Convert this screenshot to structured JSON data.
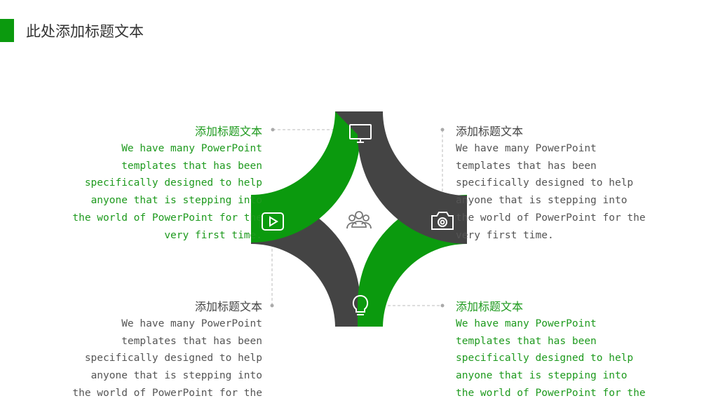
{
  "page": {
    "title": "此处添加标题文本"
  },
  "colors": {
    "accent": "#0b9a0e",
    "dark": "#444444",
    "connector": "#bbbbbb"
  },
  "blocks": {
    "top_left": {
      "title": "添加标题文本",
      "body": "We have many PowerPoint\ntemplates that has been\nspecifically designed to help\nanyone that is stepping into\nthe world of PowerPoint for the\nvery first time."
    },
    "top_right": {
      "title": "添加标题文本",
      "body": "We have many PowerPoint\ntemplates that has been\nspecifically designed to help\nanyone that is stepping into\nthe world of PowerPoint for the\nvery first time."
    },
    "bottom_left": {
      "title": "添加标题文本",
      "body": "We have many PowerPoint\ntemplates that has been\nspecifically designed to help\nanyone that is stepping into\nthe world of PowerPoint for the"
    },
    "bottom_right": {
      "title": "添加标题文本",
      "body": "We have many PowerPoint\ntemplates that has been\nspecifically designed to help\nanyone that is stepping into\nthe world of PowerPoint for the"
    }
  },
  "icons": {
    "top": "monitor-icon",
    "left": "play-icon",
    "right": "camera-icon",
    "bottom": "lightbulb-icon",
    "center": "team-icon"
  }
}
